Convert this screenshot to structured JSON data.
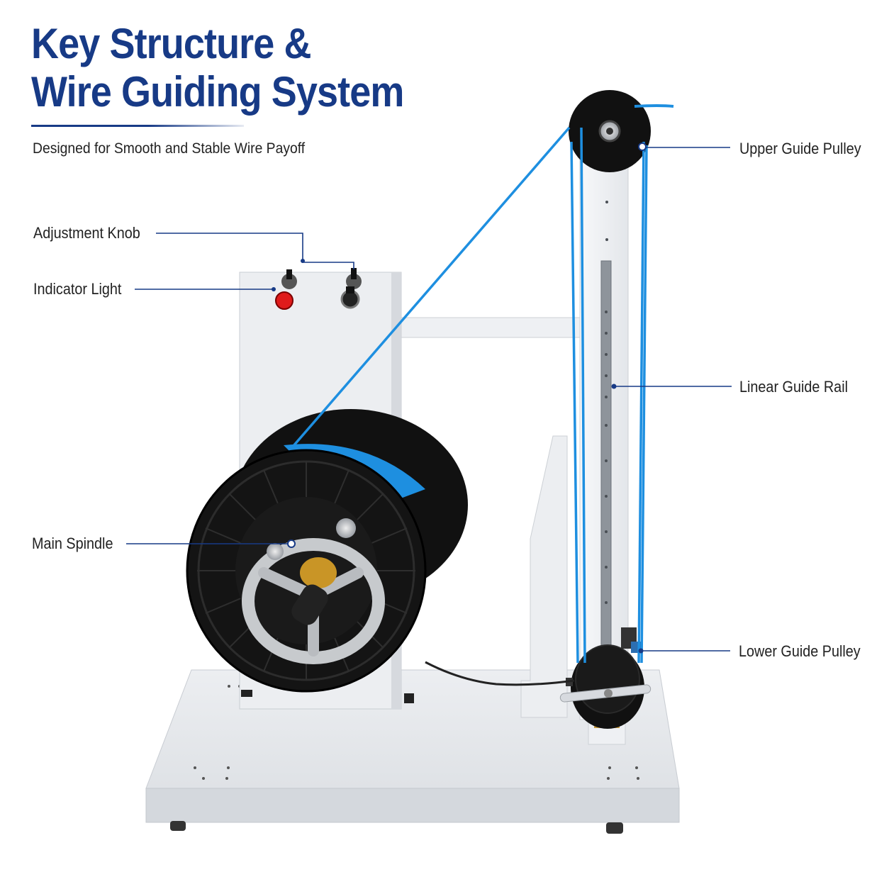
{
  "title": {
    "line1": "Key Structure &",
    "line2": "Wire Guiding System"
  },
  "subtitle": "Designed for Smooth and Stable Wire Payoff",
  "callouts": {
    "adjustment_knob": "Adjustment Knob",
    "indicator_light": "Indicator Light",
    "main_spindle": "Main Spindle",
    "upper_guide_pulley": "Upper Guide Pulley",
    "linear_guide_rail": "Linear Guide Rail",
    "lower_guide_pulley": "Lower Guide Pulley"
  },
  "colors": {
    "title": "#173a86",
    "callout_line": "#173a86",
    "wire": "#1e8fe0",
    "spool": "#111111",
    "frame": "#e9ebee",
    "indicator": "#e01b1b"
  }
}
